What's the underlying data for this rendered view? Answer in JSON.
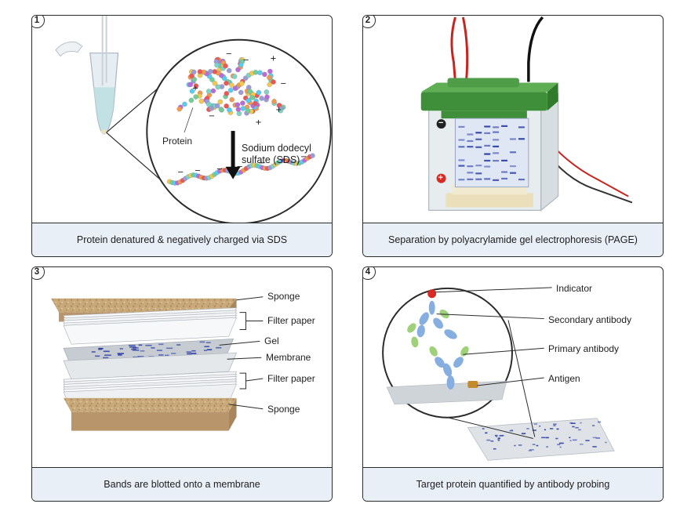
{
  "panels": [
    {
      "number": "1",
      "caption": "Protein denatured & negatively charged via SDS",
      "labels": {
        "protein": "Protein",
        "sds_line1": "Sodium dodecyl",
        "sds_line2": "sulfate (SDS)"
      }
    },
    {
      "number": "2",
      "caption": "Separation by polyacrylamide gel electrophoresis (PAGE)",
      "labels": {
        "negative": "−",
        "positive": "+"
      }
    },
    {
      "number": "3",
      "caption": "Bands are blotted onto a membrane",
      "labels": {
        "sponge_top": "Sponge",
        "filter_top": "Filter paper",
        "gel": "Gel",
        "membrane": "Membrane",
        "filter_bottom": "Filter paper",
        "sponge_bottom": "Sponge"
      }
    },
    {
      "number": "4",
      "caption": "Target protein quantified by antibody probing",
      "labels": {
        "indicator": "Indicator",
        "secondary": "Secondary antibody",
        "primary": "Primary antibody",
        "antigen": "Antigen"
      }
    }
  ],
  "colors": {
    "outline": "#2b2b2b",
    "caption_bg": "#e9eff7",
    "tank_green": "#3f8f3a",
    "band_blue": "#2c3fa8",
    "sponge": "#c9a97a",
    "antibody_blue": "#86aee0",
    "antibody_green": "#9fd07a",
    "indicator_red": "#d62a22",
    "wire_red": "#c8241f"
  }
}
